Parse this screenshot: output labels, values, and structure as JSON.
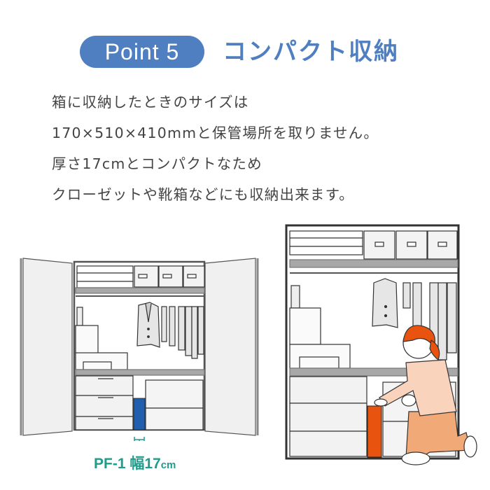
{
  "header": {
    "badge": "Point 5",
    "title": "コンパクト収納"
  },
  "description": {
    "lines": [
      "箱に収納したときのサイズは",
      "170×510×410mmと保管場所を取りません。",
      "厚さ17cmとコンパクトなため",
      "クローゼットや靴箱などにも収納出来ます。"
    ]
  },
  "illustration_left": {
    "caption_model": "PF-1",
    "caption_label": "幅",
    "caption_value": "17",
    "caption_unit": "cm",
    "highlight_color": "#1f5fae"
  },
  "illustration_right": {
    "highlight_color": "#e8540f",
    "person_hair_color": "#e8540f",
    "person_shirt_color": "#f9d3bb",
    "person_pants_color": "#f2a978"
  },
  "colors": {
    "accent": "#4f7fc1",
    "caption": "#1f9c8c",
    "text": "#444444"
  }
}
